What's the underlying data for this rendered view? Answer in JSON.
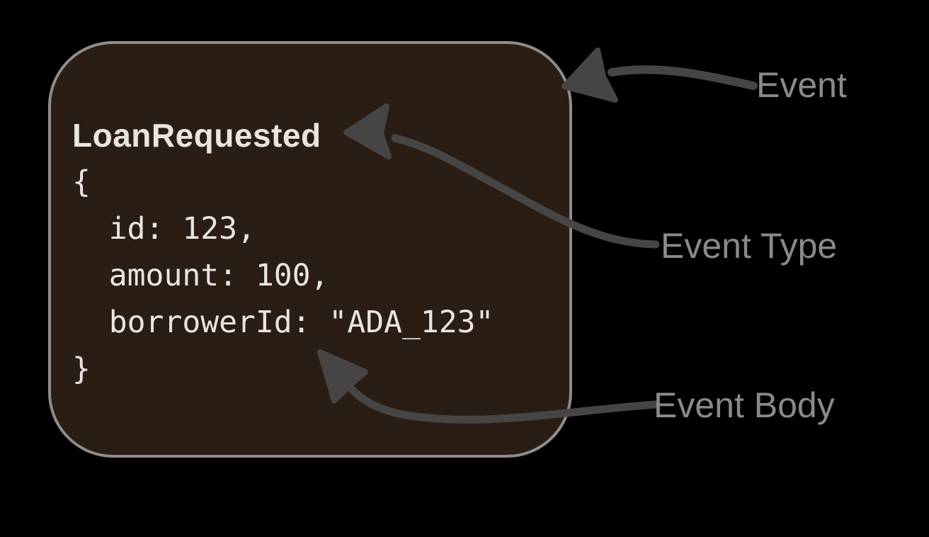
{
  "colors": {
    "page-bg": "#000000",
    "box-fill": "#2a1d13",
    "box-border": "#8f8d8a",
    "code-text": "#e9e6e2",
    "label-text": "#8a8a8a",
    "arrow": "#454545"
  },
  "event_box": {
    "type_line": "LoanRequested",
    "body_lines": [
      "{",
      "  id: 123,",
      "  amount: 100,",
      "  borrowerId: \"ADA_123\"",
      "}"
    ]
  },
  "annotations": [
    {
      "label": "Event"
    },
    {
      "label": "Event Type"
    },
    {
      "label": "Event Body"
    }
  ]
}
